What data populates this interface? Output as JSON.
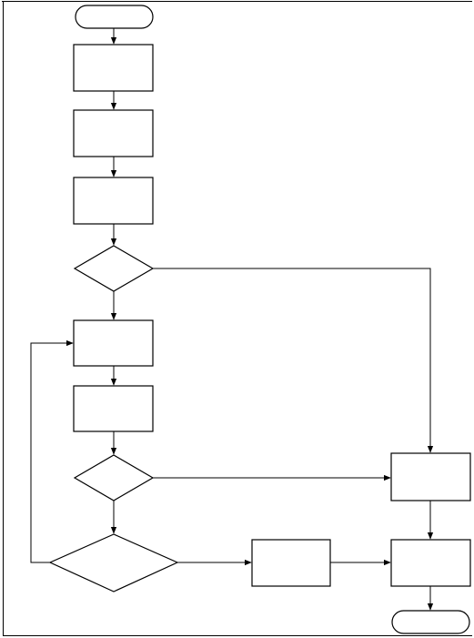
{
  "diagram": {
    "type": "flowchart",
    "nodes": [
      {
        "id": "start",
        "shape": "terminator",
        "label": ""
      },
      {
        "id": "process-1",
        "shape": "process",
        "label": ""
      },
      {
        "id": "process-2",
        "shape": "process",
        "label": ""
      },
      {
        "id": "process-3",
        "shape": "process",
        "label": ""
      },
      {
        "id": "decision-1",
        "shape": "decision",
        "label": ""
      },
      {
        "id": "process-4",
        "shape": "process",
        "label": ""
      },
      {
        "id": "process-5",
        "shape": "process",
        "label": ""
      },
      {
        "id": "decision-2",
        "shape": "decision",
        "label": ""
      },
      {
        "id": "decision-3",
        "shape": "decision",
        "label": ""
      },
      {
        "id": "process-6",
        "shape": "process",
        "label": ""
      },
      {
        "id": "process-right-upper",
        "shape": "process",
        "label": ""
      },
      {
        "id": "process-right-lower",
        "shape": "process",
        "label": ""
      },
      {
        "id": "end",
        "shape": "terminator",
        "label": ""
      }
    ],
    "edges": [
      {
        "from": "start",
        "to": "process-1"
      },
      {
        "from": "process-1",
        "to": "process-2"
      },
      {
        "from": "process-2",
        "to": "process-3"
      },
      {
        "from": "process-3",
        "to": "decision-1"
      },
      {
        "from": "decision-1",
        "to": "process-4"
      },
      {
        "from": "decision-1",
        "to": "process-right-upper"
      },
      {
        "from": "process-4",
        "to": "process-5"
      },
      {
        "from": "process-5",
        "to": "decision-2"
      },
      {
        "from": "decision-2",
        "to": "process-right-upper"
      },
      {
        "from": "decision-2",
        "to": "decision-3"
      },
      {
        "from": "decision-3",
        "to": "process-6"
      },
      {
        "from": "decision-3",
        "to": "process-4"
      },
      {
        "from": "process-6",
        "to": "process-right-lower"
      },
      {
        "from": "process-right-upper",
        "to": "process-right-lower"
      },
      {
        "from": "process-right-lower",
        "to": "end"
      }
    ]
  }
}
